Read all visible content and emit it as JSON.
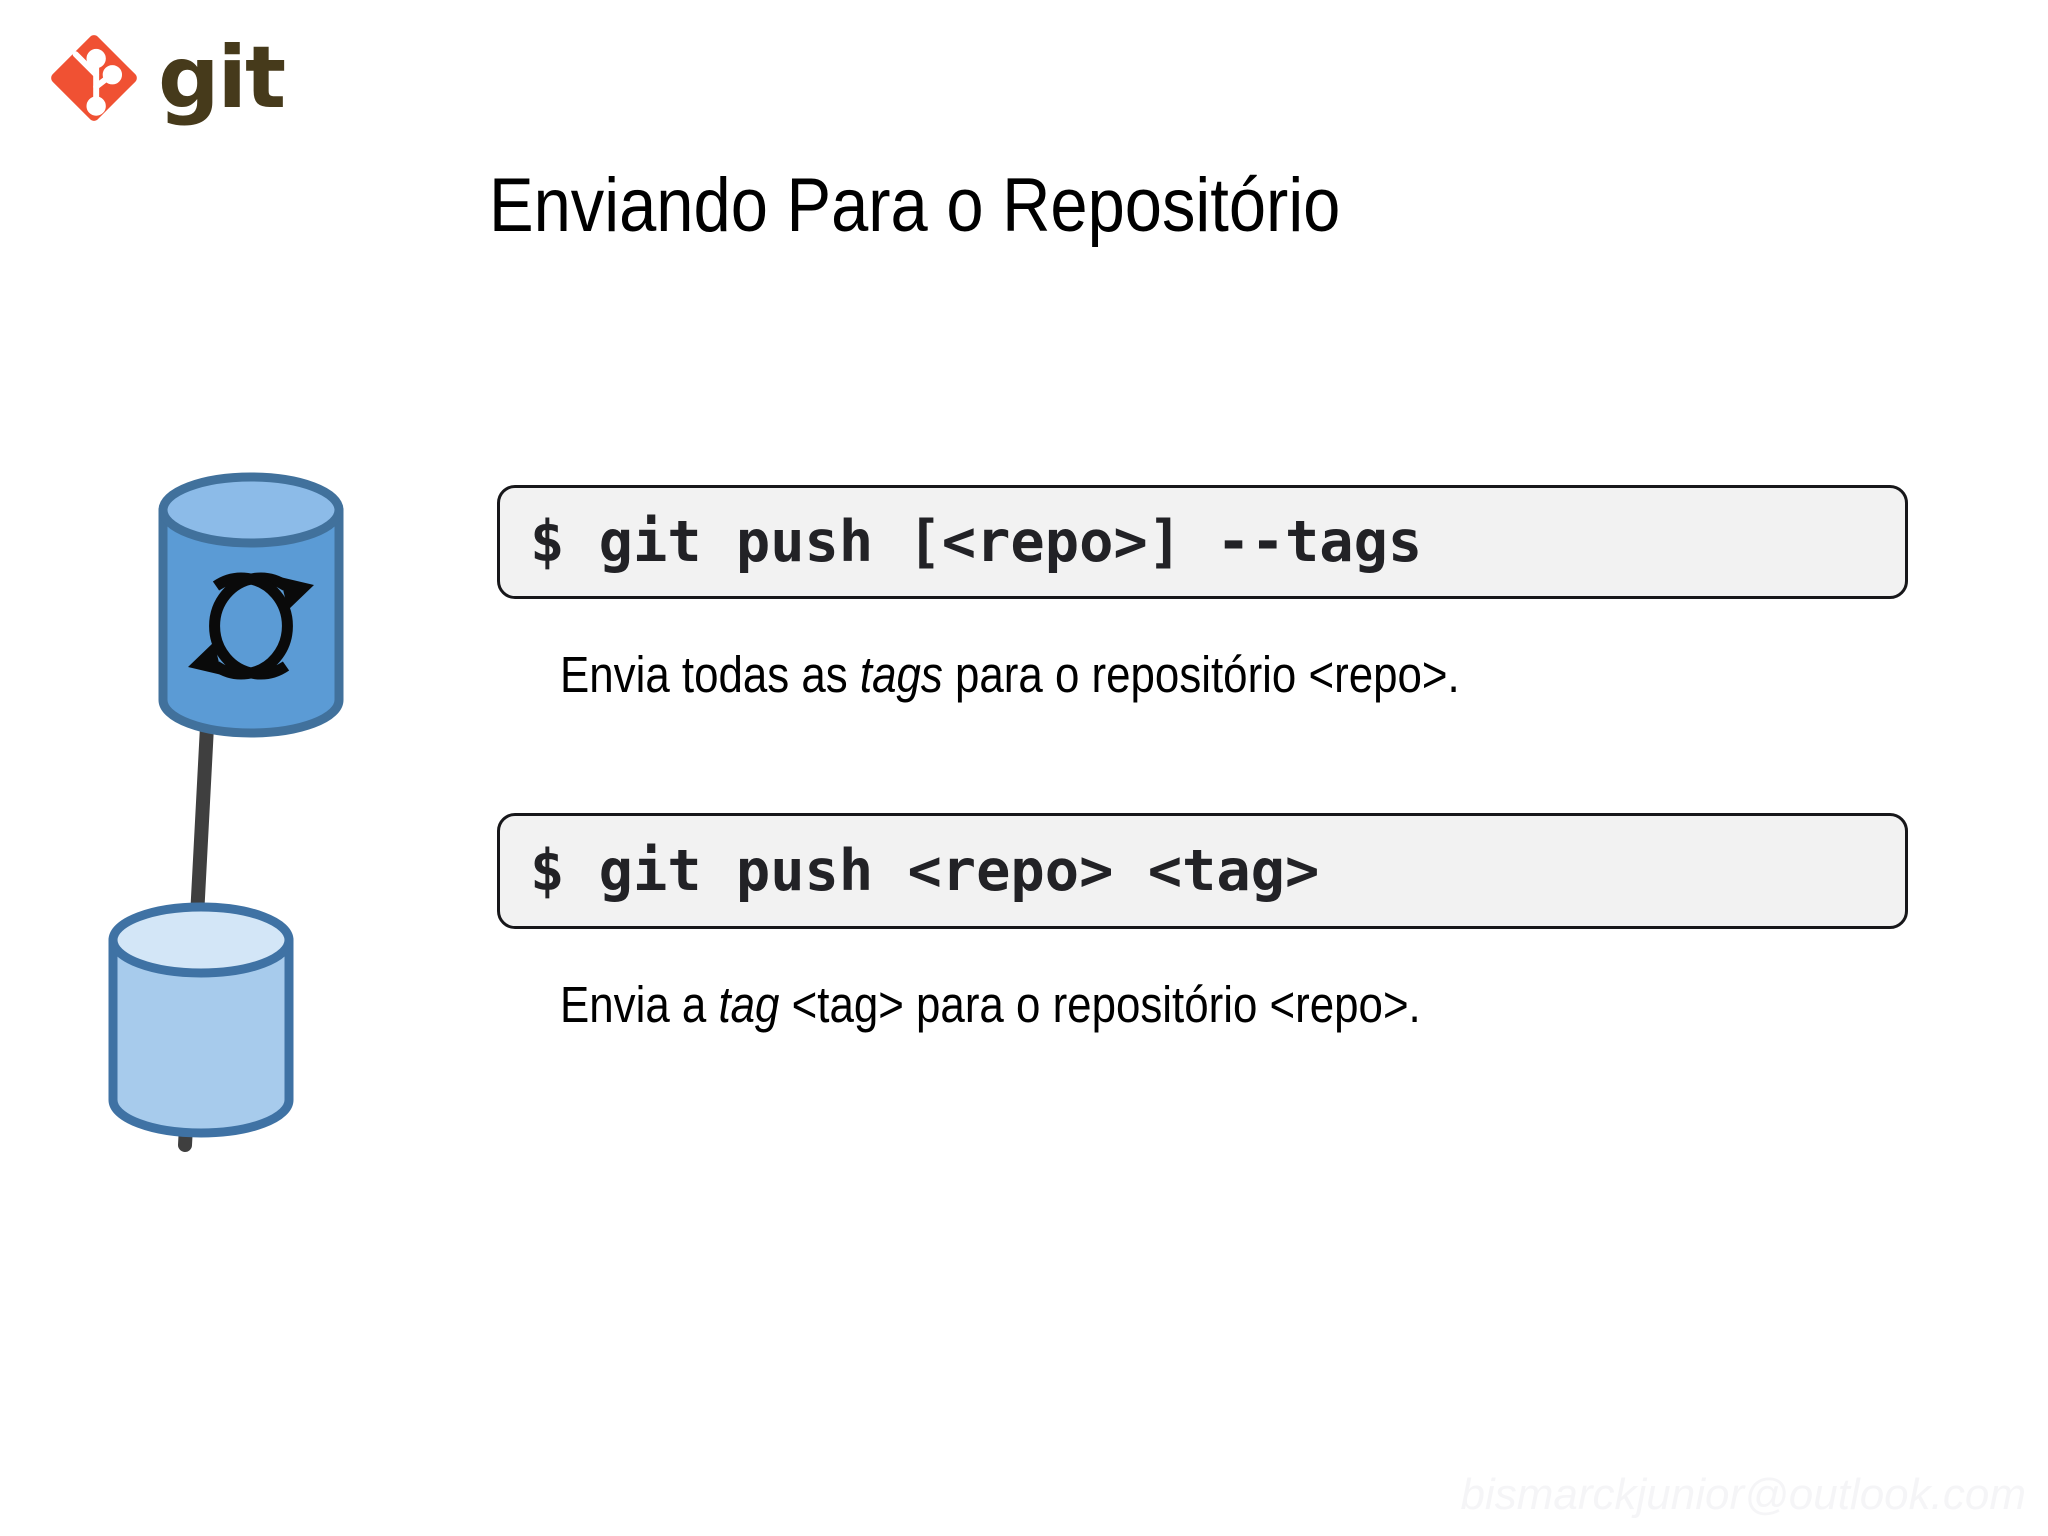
{
  "slide": {
    "title": "Enviando Para o Repositório",
    "background_color": "#FFFFFF"
  },
  "logo": {
    "name": "git-logo",
    "wordmark": "git",
    "mark_color": "#F05133",
    "word_color": "#463A1B"
  },
  "diagram": {
    "name": "push-to-repository-diagram",
    "remote_repository": {
      "label": "remote-repository-cylinder",
      "body_color": "#5B9BD5",
      "top_color": "#8CBBE8",
      "border_color": "#41719C",
      "icon": "sync-arrows-icon"
    },
    "local_repository": {
      "label": "local-repository-cylinder",
      "body_color": "#A7CBEC",
      "top_color": "#D3E6F7",
      "border_color": "#3F72A4"
    },
    "arrow": {
      "label": "push-arrow",
      "direction": "up",
      "color": "#3F3F3F"
    }
  },
  "commands": [
    {
      "id": "push-all-tags",
      "command": "$ git push [<repo>] --tags",
      "box_fill": "#F2F2F2",
      "box_border": "#17171A",
      "description_parts": [
        {
          "text": "Envia  todas as ",
          "italic": false
        },
        {
          "text": "tags",
          "italic": true
        },
        {
          "text": "  para o repositório <repo>.",
          "italic": false
        }
      ]
    },
    {
      "id": "push-single-tag",
      "command": "$ git push <repo> <tag>",
      "box_fill": "#F2F2F2",
      "box_border": "#17171A",
      "description_parts": [
        {
          "text": "Envia a ",
          "italic": false
        },
        {
          "text": "tag",
          "italic": true
        },
        {
          "text": " <tag>  para o repositório <repo>.",
          "italic": false
        }
      ]
    }
  ],
  "watermark": {
    "text": "bismarckjunior@outlook.com",
    "color": "#F5F5F7"
  }
}
